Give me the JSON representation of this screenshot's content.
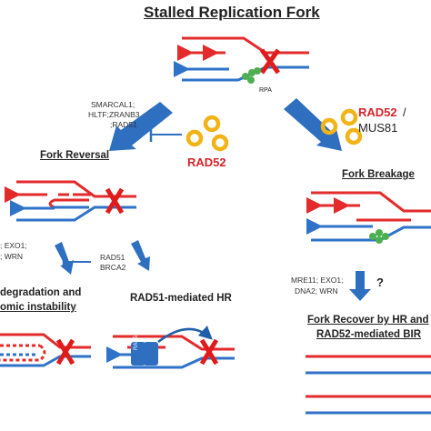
{
  "title": "Stalled Replication Fork",
  "sections": {
    "fork_reversal": "Fork Reversal",
    "fork_breakage": "Fork Breakage",
    "degradation_line1": "degradation and",
    "degradation_line2": "omic instability",
    "rad51_hr": "RAD51-mediated HR",
    "recover_line1": "Fork Recover by HR and",
    "recover_line2": "RAD52-mediated BIR"
  },
  "labels": {
    "remodelers_1": "SMARCAL1;",
    "remodelers_2": "HLTF;ZRANB3",
    "remodelers_3": ";RAD51",
    "rpa_top": "RPA",
    "rad52_center": "RAD52",
    "rad52_right": "RAD52",
    "slash": "/",
    "mus81": "MUS81",
    "nucleases_left_1": "; EXO1;",
    "nucleases_left_2": "; WRN",
    "rad51_brca2_1": "RAD51",
    "rad51_brca2_2": "BRCA2",
    "mre11_1": "MRE11; EXO1;",
    "mre11_2": "DNA2; WRN",
    "question": "?",
    "rad51_protein": "RAD51"
  },
  "colors": {
    "strand_red": "#e32b2b",
    "strand_blue": "#2f73c9",
    "arrow_blue": "#2e6fc0",
    "rad52_ring": "#f2b316",
    "rpa_green": "#4caf50",
    "x_red": "#e01b1b",
    "inhibit": "#2e6fc0"
  }
}
